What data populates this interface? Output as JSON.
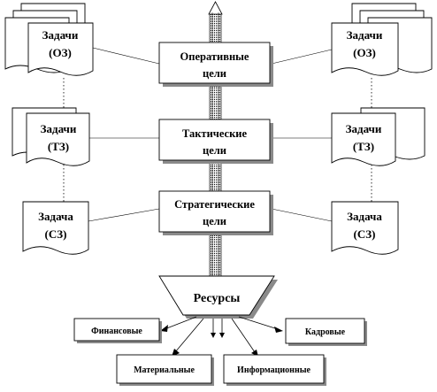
{
  "goals": {
    "operational": {
      "line1": "Оперативные",
      "line2": "цели"
    },
    "tactical": {
      "line1": "Тактические",
      "line2": "цели"
    },
    "strategic": {
      "line1": "Стратегические",
      "line2": "цели"
    }
  },
  "tasks": {
    "operational_left": {
      "line1": "Задачи",
      "line2": "(ОЗ)"
    },
    "operational_right": {
      "line1": "Задачи",
      "line2": "(ОЗ)"
    },
    "tactical_left": {
      "line1": "Задачи",
      "line2": "(ТЗ)"
    },
    "tactical_right": {
      "line1": "Задачи",
      "line2": "(ТЗ)"
    },
    "strategic_left": {
      "line1": "Задача",
      "line2": "(СЗ)"
    },
    "strategic_right": {
      "line1": "Задача",
      "line2": "(СЗ)"
    }
  },
  "resources": {
    "title": "Ресурсы",
    "financial": "Финансовые",
    "personnel": "Кадровые",
    "material": "Материальные",
    "information": "Информационные"
  }
}
